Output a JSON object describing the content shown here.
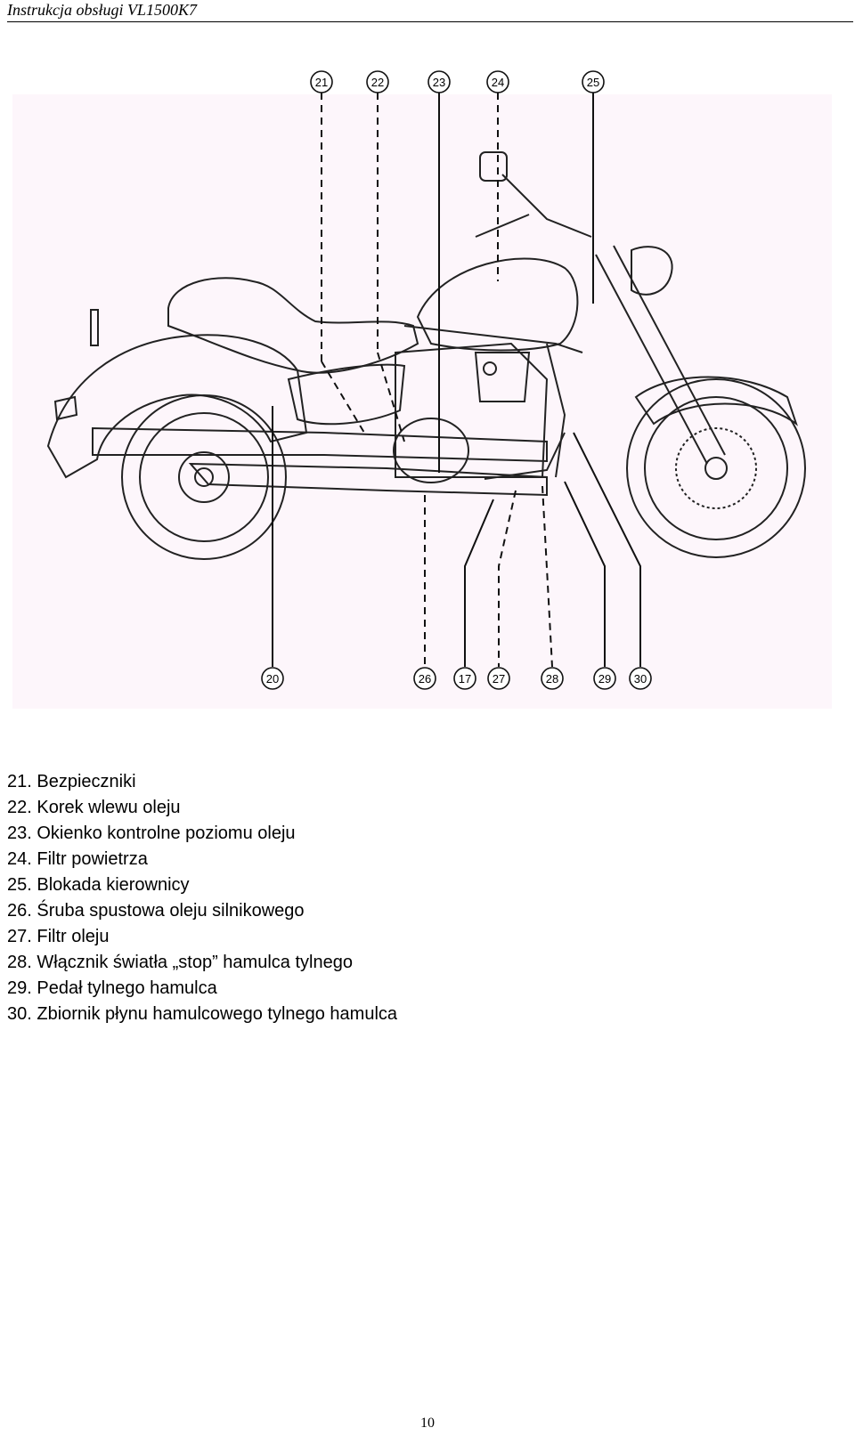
{
  "header": {
    "title": "Instrukcja obsługi VL1500K7"
  },
  "figure": {
    "callouts": [
      "21",
      "22",
      "23",
      "24",
      "25",
      "20",
      "26",
      "17",
      "27",
      "28",
      "29",
      "30"
    ]
  },
  "legend": {
    "items": [
      "21. Bezpieczniki",
      "22. Korek wlewu oleju",
      "23. Okienko kontrolne poziomu oleju",
      "24. Filtr powietrza",
      "25. Blokada kierownicy",
      "26. Śruba spustowa oleju silnikowego",
      "27. Filtr oleju",
      "28. Włącznik światła „stop” hamulca tylnego",
      "29. Pedał tylnego hamulca",
      "30. Zbiornik płynu hamulcowego tylnego hamulca"
    ]
  },
  "footer": {
    "page_number": "10"
  }
}
